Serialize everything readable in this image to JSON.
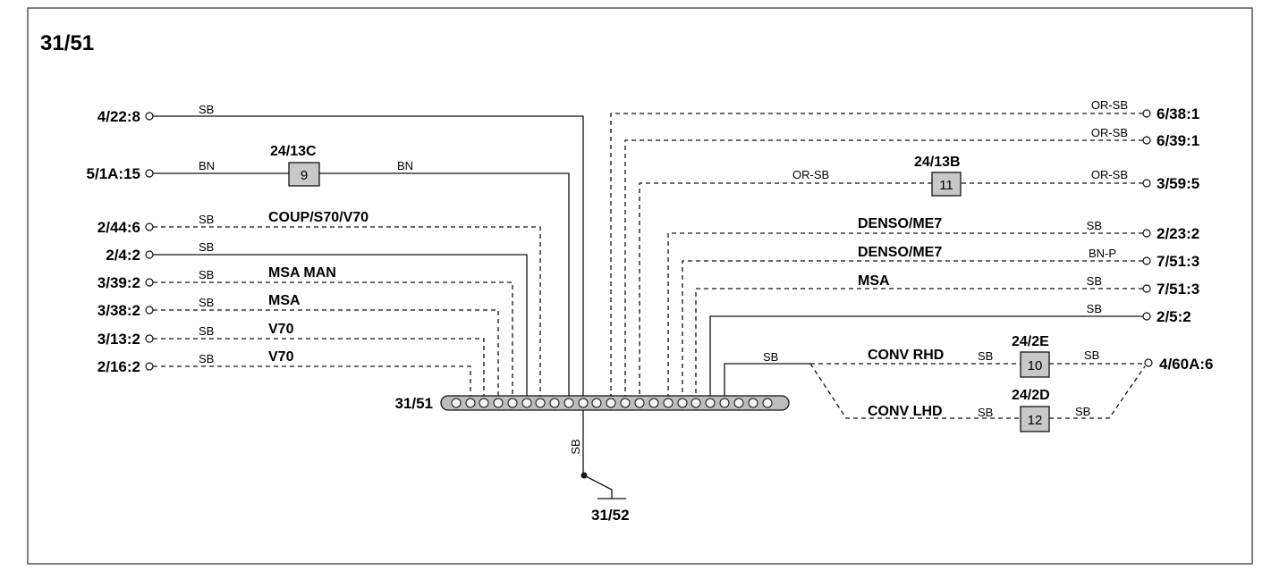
{
  "title": "31/51",
  "bus_label": "31/51",
  "ground_label": "31/52",
  "ground_wire_color": "SB",
  "left_wires": [
    {
      "terminal": "4/22:8",
      "color": "SB",
      "label": "",
      "dashed": false
    },
    {
      "terminal": "5/1A:15",
      "color": "BN",
      "color2": "BN",
      "label": "",
      "dashed": false,
      "box": {
        "ref": "24/13C",
        "num": "9"
      }
    },
    {
      "terminal": "2/44:6",
      "color": "SB",
      "label": "COUP/S70/V70",
      "dashed": true
    },
    {
      "terminal": "2/4:2",
      "color": "SB",
      "label": "",
      "dashed": false
    },
    {
      "terminal": "3/39:2",
      "color": "SB",
      "label": "MSA MAN",
      "dashed": true
    },
    {
      "terminal": "3/38:2",
      "color": "SB",
      "label": "MSA",
      "dashed": true
    },
    {
      "terminal": "3/13:2",
      "color": "SB",
      "label": "V70",
      "dashed": true
    },
    {
      "terminal": "2/16:2",
      "color": "SB",
      "label": "V70",
      "dashed": true
    }
  ],
  "right_wires": [
    {
      "terminal": "6/38:1",
      "color": "OR-SB",
      "label": "",
      "dashed": true
    },
    {
      "terminal": "6/39:1",
      "color": "OR-SB",
      "label": "",
      "dashed": true
    },
    {
      "terminal": "3/59:5",
      "color": "OR-SB",
      "color2": "OR-SB",
      "label": "",
      "dashed": true,
      "box": {
        "ref": "24/13B",
        "num": "11"
      }
    },
    {
      "terminal": "2/23:2",
      "color": "SB",
      "label": "DENSO/ME7",
      "dashed": true
    },
    {
      "terminal": "7/51:3",
      "color": "BN-P",
      "label": "DENSO/ME7",
      "dashed": true
    },
    {
      "terminal": "7/51:3",
      "color": "SB",
      "label": "MSA",
      "dashed": true
    },
    {
      "terminal": "2/5:2",
      "color": "SB",
      "label": "",
      "dashed": false
    }
  ],
  "conv": {
    "terminal": "4/60A:6",
    "trunk_color": "SB",
    "rhd": {
      "label": "CONV RHD",
      "color_left": "SB",
      "color_right": "SB",
      "box": {
        "ref": "24/2E",
        "num": "10"
      }
    },
    "lhd": {
      "label": "CONV LHD",
      "color_left": "SB",
      "color_right": "SB",
      "box": {
        "ref": "24/2D",
        "num": "12"
      }
    }
  }
}
